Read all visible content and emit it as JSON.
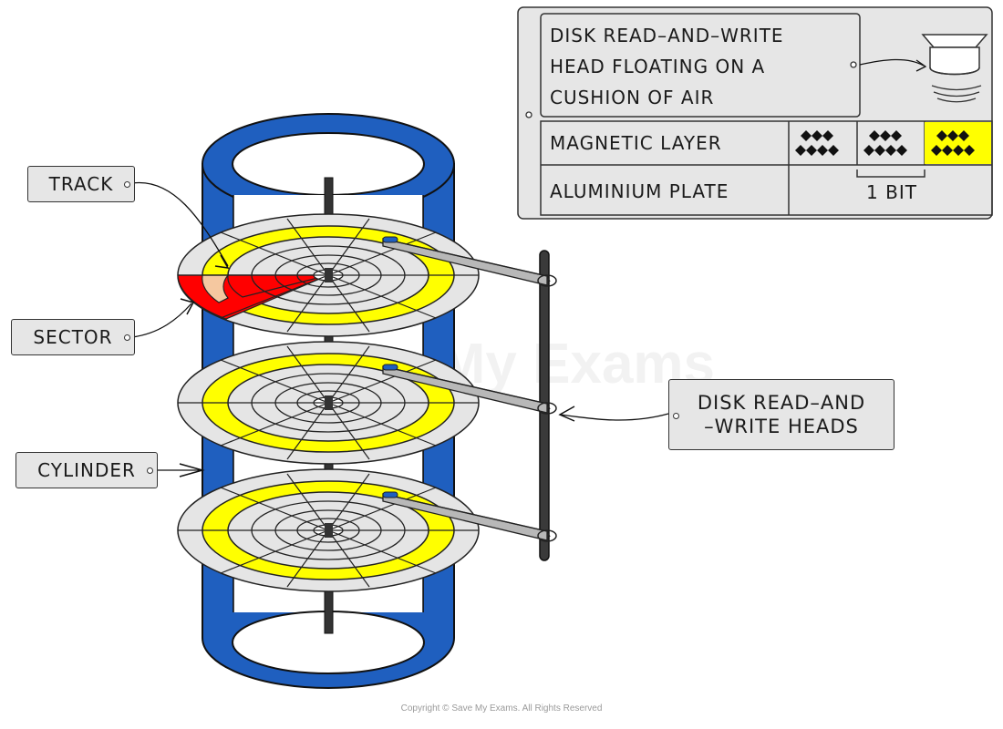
{
  "labels": {
    "track": "TRACK",
    "sector": "SECTOR",
    "cylinder": "CYLINDER",
    "heads": "DISK READ–AND\n–WRITE HEADS"
  },
  "inset": {
    "head_caption": "DISK READ–AND–WRITE\nHEAD FLOATING ON A\nCUSHION OF AIR",
    "magnetic_layer": "MAGNETIC LAYER",
    "aluminium_plate": "ALUMINIUM PLATE",
    "bit_label": "1 BIT"
  },
  "watermark": "SaveMy Exams",
  "copyright": "Copyright © Save My Exams. All Rights Reserved",
  "colors": {
    "cylinder_blue": "#1f5fbf",
    "track_yellow": "#ffff00",
    "sector_red": "#ff0000",
    "sector_peach": "#f5c8a0",
    "platter_grey": "#e5e5e5",
    "label_bg": "#e6e6e6",
    "spindle": "#333333"
  },
  "icons": [
    "read-write-head-icon",
    "air-cushion-icon",
    "magnetic-domain-icon"
  ]
}
